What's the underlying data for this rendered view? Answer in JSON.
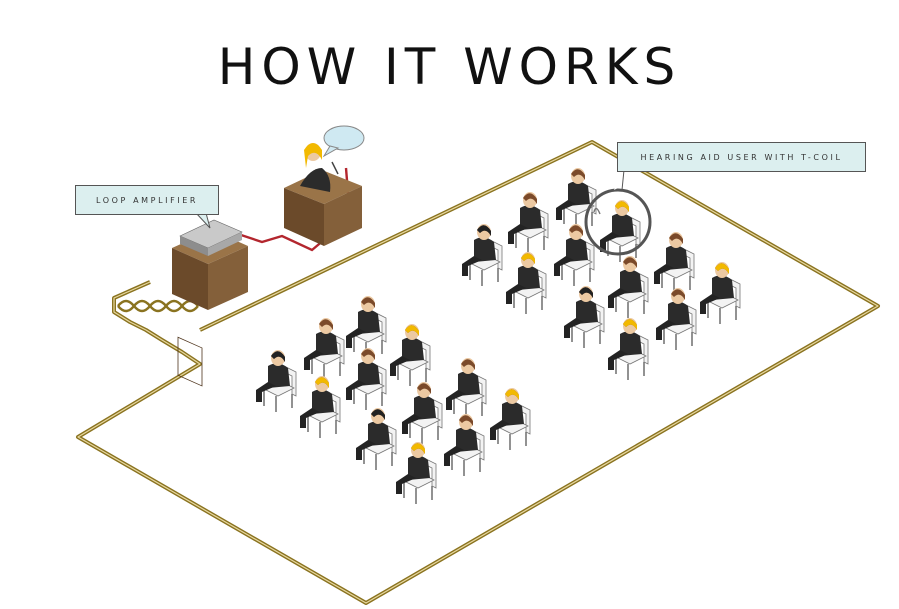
{
  "title": "HOW IT WORKS",
  "labels": {
    "loop_amplifier": "LOOP AMPLIFIER",
    "hearing_aid_user": "HEARING AID USER WITH T-COIL"
  },
  "colors": {
    "loop_wire": "#8a7320",
    "signal_cable": "#b3262e",
    "podium_wood": "#7a5a35",
    "suit": "#2b2b2b",
    "chair": "#f2f2f2",
    "callout_bg": "#dcefef",
    "highlight_ring": "#555555",
    "speech_bubble": "#cfe9f2"
  },
  "icons": [
    "podium-icon",
    "amplifier-icon",
    "speaker-person-icon",
    "seated-person-icon",
    "speech-bubble-icon",
    "highlight-ring-icon"
  ]
}
